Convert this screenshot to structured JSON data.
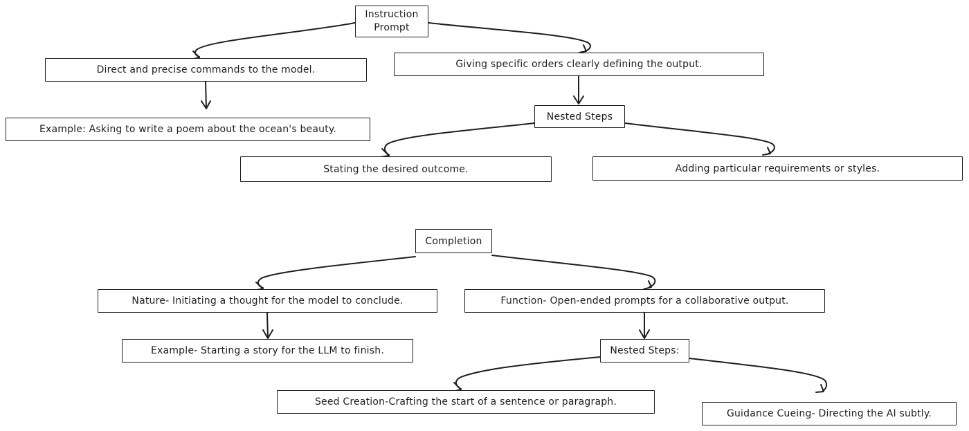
{
  "nodes": {
    "instruction_prompt": "Instruction Prompt",
    "direct_commands": "Direct and precise commands to the model.",
    "giving_orders": "Giving specific orders clearly defining the output.",
    "example_poem": "Example: Asking to write a poem about the ocean's beauty.",
    "nested_steps_1": "Nested Steps",
    "stating_outcome": "Stating the desired outcome.",
    "adding_requirements": "Adding particular requirements or styles.",
    "completion": "Completion",
    "nature": "Nature- Initiating a thought for the model to conclude.",
    "function": "Function- Open-ended prompts for a collaborative output.",
    "example_story": "Example- Starting a story for the LLM to finish.",
    "nested_steps_2": "Nested Steps:",
    "seed_creation": "Seed Creation-Crafting the start of a sentence or paragraph.",
    "guidance_cueing": "Guidance Cueing- Directing the AI subtly."
  },
  "edges": [
    {
      "from": "instruction_prompt",
      "to": "direct_commands"
    },
    {
      "from": "instruction_prompt",
      "to": "giving_orders"
    },
    {
      "from": "direct_commands",
      "to": "example_poem"
    },
    {
      "from": "giving_orders",
      "to": "nested_steps_1"
    },
    {
      "from": "nested_steps_1",
      "to": "stating_outcome"
    },
    {
      "from": "nested_steps_1",
      "to": "adding_requirements"
    },
    {
      "from": "completion",
      "to": "nature"
    },
    {
      "from": "completion",
      "to": "function"
    },
    {
      "from": "nature",
      "to": "example_story"
    },
    {
      "from": "function",
      "to": "nested_steps_2"
    },
    {
      "from": "nested_steps_2",
      "to": "seed_creation"
    },
    {
      "from": "nested_steps_2",
      "to": "guidance_cueing"
    }
  ],
  "colors": {
    "stroke": "#1e1e1e",
    "background": "#ffffff"
  }
}
